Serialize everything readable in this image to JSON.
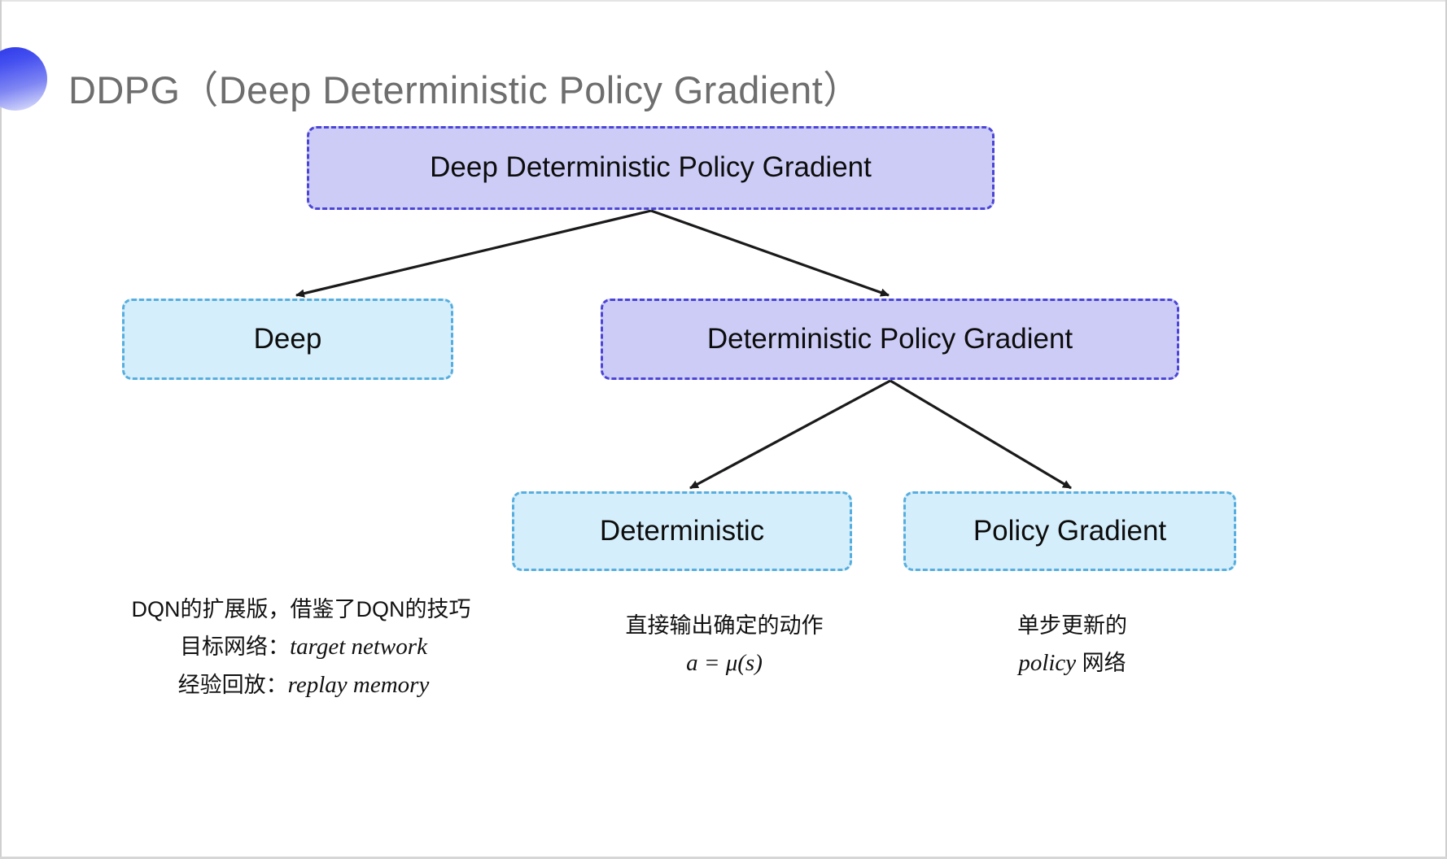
{
  "slide": {
    "title": "DDPG（Deep Deterministic Policy Gradient）",
    "bullet_icon": "circle-gradient-icon",
    "background_color": "#ffffff",
    "title_color": "#6e6e6e"
  },
  "colors": {
    "purple_fill": "#ccccf7",
    "purple_border": "#4b45d6",
    "cyan_fill": "#d5eefb",
    "cyan_border": "#57aede",
    "arrow": "#1a1a1a",
    "text": "#111111"
  },
  "diagram": {
    "type": "tree",
    "nodes": {
      "root": {
        "label": "Deep Deterministic Policy Gradient",
        "style": "purple"
      },
      "deep": {
        "label": "Deep",
        "style": "cyan"
      },
      "dpg": {
        "label": "Deterministic Policy Gradient",
        "style": "purple"
      },
      "deterministic": {
        "label": "Deterministic",
        "style": "cyan"
      },
      "policy_gradient": {
        "label": "Policy Gradient",
        "style": "cyan"
      }
    },
    "edges": [
      {
        "from": "root",
        "to": "deep"
      },
      {
        "from": "root",
        "to": "dpg"
      },
      {
        "from": "dpg",
        "to": "deterministic"
      },
      {
        "from": "dpg",
        "to": "policy_gradient"
      }
    ]
  },
  "captions": {
    "deep": {
      "line1": "DQN的扩展版，借鉴了DQN的技巧",
      "line2_label": "目标网络：",
      "line2_term": "target network",
      "line3_label": "经验回放：",
      "line3_term": "replay memory"
    },
    "deterministic": {
      "line1": "直接输出确定的动作",
      "formula": "a = μ(s)"
    },
    "policy_gradient": {
      "line1": "单步更新的",
      "line2_term": "policy",
      "line2_suffix": " 网络"
    }
  }
}
